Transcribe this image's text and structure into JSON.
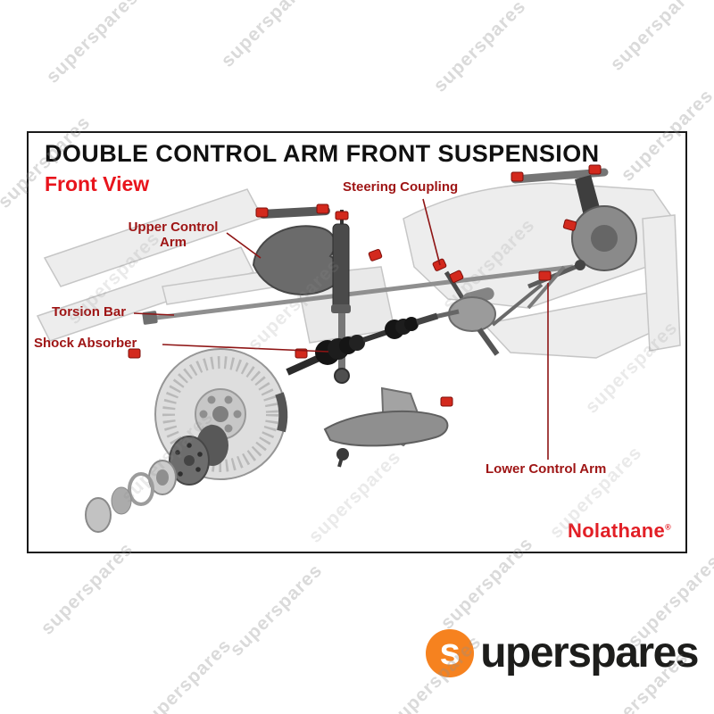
{
  "watermark": {
    "text": "superspares"
  },
  "diagram": {
    "title": "DOUBLE CONTROL ARM FRONT SUSPENSION",
    "subtitle": "Front View",
    "labels": {
      "steering_coupling": "Steering Coupling",
      "upper_control_arm": "Upper Control Arm",
      "torsion_bar": "Torsion Bar",
      "shock_absorber": "Shock Absorber",
      "lower_control_arm": "Lower Control Arm"
    },
    "brand": "Nolathane",
    "brand_mark": "®"
  },
  "footer_logo": {
    "initial": "s",
    "rest": "uperspares",
    "accent_color": "#f6821f",
    "text_color": "#1d1d1b"
  },
  "colors": {
    "title": "#111111",
    "subtitle_red": "#e8141c",
    "label_red": "#9e1414",
    "brand_red": "#e21f26",
    "bushing_red": "#d3291d",
    "panel_border": "#1a1a1a"
  }
}
